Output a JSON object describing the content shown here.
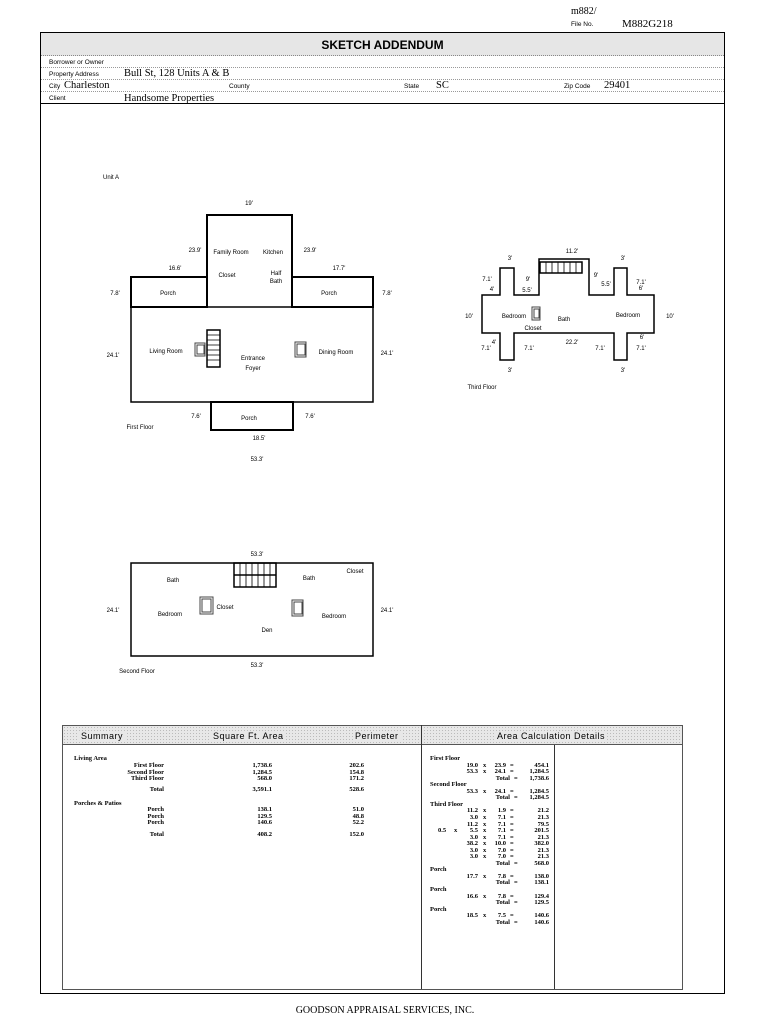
{
  "header": {
    "top_ref": "m882/",
    "file_no_label": "File No.",
    "file_no": "M882G218",
    "title": "SKETCH ADDENDUM"
  },
  "fields": {
    "borrower_label": "Borrower or Owner",
    "address_label": "Property Address",
    "address": "Bull St, 128 Units A & B",
    "city_label": "City",
    "city": "Charleston",
    "county_label": "County",
    "state_label": "State",
    "state": "SC",
    "zip_label": "Zip Code",
    "zip": "29401",
    "client_label": "Client",
    "client": "Handsome Properties"
  },
  "sketch": {
    "unit": "Unit A",
    "first": {
      "caption": "First Floor",
      "top": "19'",
      "l239": "23.9'",
      "r239": "23.9'",
      "family": "Family Room",
      "kitchen": "Kitchen",
      "l166": "16.6'",
      "closet": "Closet",
      "half": "Half",
      "bath": "Bath",
      "r177": "17.7'",
      "l78": "7.8'",
      "porch_l": "Porch",
      "porch_r": "Porch",
      "r78": "7.8'",
      "living": "Living Room",
      "entrance": "Entrance",
      "foyer": "Foyer",
      "dining": "Dining Room",
      "l241": "24.1'",
      "r241": "24.1'",
      "l76": "7.6'",
      "porch_b": "Porch",
      "r76": "7.6'",
      "b185": "18.5'",
      "b533": "53.3'"
    },
    "third": {
      "caption": "Third Floor",
      "d112": "11.2'",
      "d3a": "3'",
      "d3b": "3'",
      "d71a": "7.1'",
      "d9a": "9'",
      "d9b": "9'",
      "d55a": "5.5'",
      "d55b": "5.5'",
      "d4a": "4'",
      "d71b": "7.1'",
      "d6a": "6'",
      "d10a": "10'",
      "bed1": "Bedroom",
      "bath": "Bath",
      "bed2": "Bedroom",
      "d10b": "10'",
      "closet": "Closet",
      "d222": "22.2'",
      "d6b": "6'",
      "d4b": "4'",
      "d71c": "7.1'",
      "d71d": "7.1'",
      "d71e": "7.1'",
      "d71f": "7.1'",
      "d3c": "3'",
      "d3d": "3'"
    },
    "second": {
      "caption": "Second Floor",
      "top": "53.3'",
      "closet1": "Closet",
      "bath1": "Bath",
      "bath2": "Bath",
      "l241": "24.1'",
      "r241": "24.1'",
      "bed1": "Bedroom",
      "closet2": "Closet",
      "bed2": "Bedroom",
      "den": "Den",
      "bottom": "53.3'"
    }
  },
  "summary": {
    "headers": {
      "summary": "Summary",
      "area": "Square Ft. Area",
      "perimeter": "Perimeter",
      "details": "Area Calculation Details"
    },
    "living_title": "Living Area",
    "living": [
      {
        "label": "First Floor",
        "area": "1,738.6",
        "perimeter": "202.6"
      },
      {
        "label": "Second Floor",
        "area": "1,284.5",
        "perimeter": "154.8"
      },
      {
        "label": "Third Floor",
        "area": "568.0",
        "perimeter": "171.2"
      }
    ],
    "living_total": {
      "label": "Total",
      "area": "3,591.1",
      "perimeter": "528.6"
    },
    "porch_title": "Porches & Patios",
    "porches": [
      {
        "label": "Porch",
        "area": "138.1",
        "perimeter": "51.0"
      },
      {
        "label": "Porch",
        "area": "129.5",
        "perimeter": "48.8"
      },
      {
        "label": "Porch",
        "area": "140.6",
        "perimeter": "52.2"
      }
    ],
    "porch_total": {
      "label": "Total",
      "area": "408.2",
      "perimeter": "152.0"
    }
  },
  "calc": [
    {
      "title": "First Floor"
    },
    {
      "a": "19.0",
      "b": "23.9",
      "r": "454.1"
    },
    {
      "a": "53.3",
      "b": "24.1",
      "r": "1,284.5"
    },
    {
      "total": "1,738.6"
    },
    {
      "title": "Second Floor"
    },
    {
      "a": "53.3",
      "b": "24.1",
      "r": "1,284.5"
    },
    {
      "total": "1,284.5"
    },
    {
      "title": "Third Floor"
    },
    {
      "a": "11.2",
      "b": "1.9",
      "r": "21.2"
    },
    {
      "a": "3.0",
      "b": "7.1",
      "r": "21.3"
    },
    {
      "a": "11.2",
      "b": "7.1",
      "r": "79.5"
    },
    {
      "pre": "0.5",
      "a": "5.5",
      "b": "7.1",
      "r": "201.5"
    },
    {
      "a": "3.0",
      "b": "7.1",
      "r": "21.3"
    },
    {
      "a": "38.2",
      "b": "10.0",
      "r": "382.0"
    },
    {
      "a": "3.0",
      "b": "7.0",
      "r": "21.3"
    },
    {
      "a": "3.0",
      "b": "7.0",
      "r": "21.3"
    },
    {
      "total": "568.0"
    },
    {
      "title": "Porch"
    },
    {
      "a": "17.7",
      "b": "7.8",
      "r": "138.0"
    },
    {
      "total": "138.1"
    },
    {
      "title": "Porch"
    },
    {
      "a": "16.6",
      "b": "7.8",
      "r": "129.4"
    },
    {
      "total": "129.5"
    },
    {
      "title": "Porch"
    },
    {
      "a": "18.5",
      "b": "7.5",
      "r": "140.6"
    },
    {
      "total": "140.6"
    }
  ],
  "calc_symbols": {
    "times": "x",
    "equals": "=",
    "total_label": "Total"
  },
  "footer": "GOODSON APPRAISAL SERVICES, INC."
}
